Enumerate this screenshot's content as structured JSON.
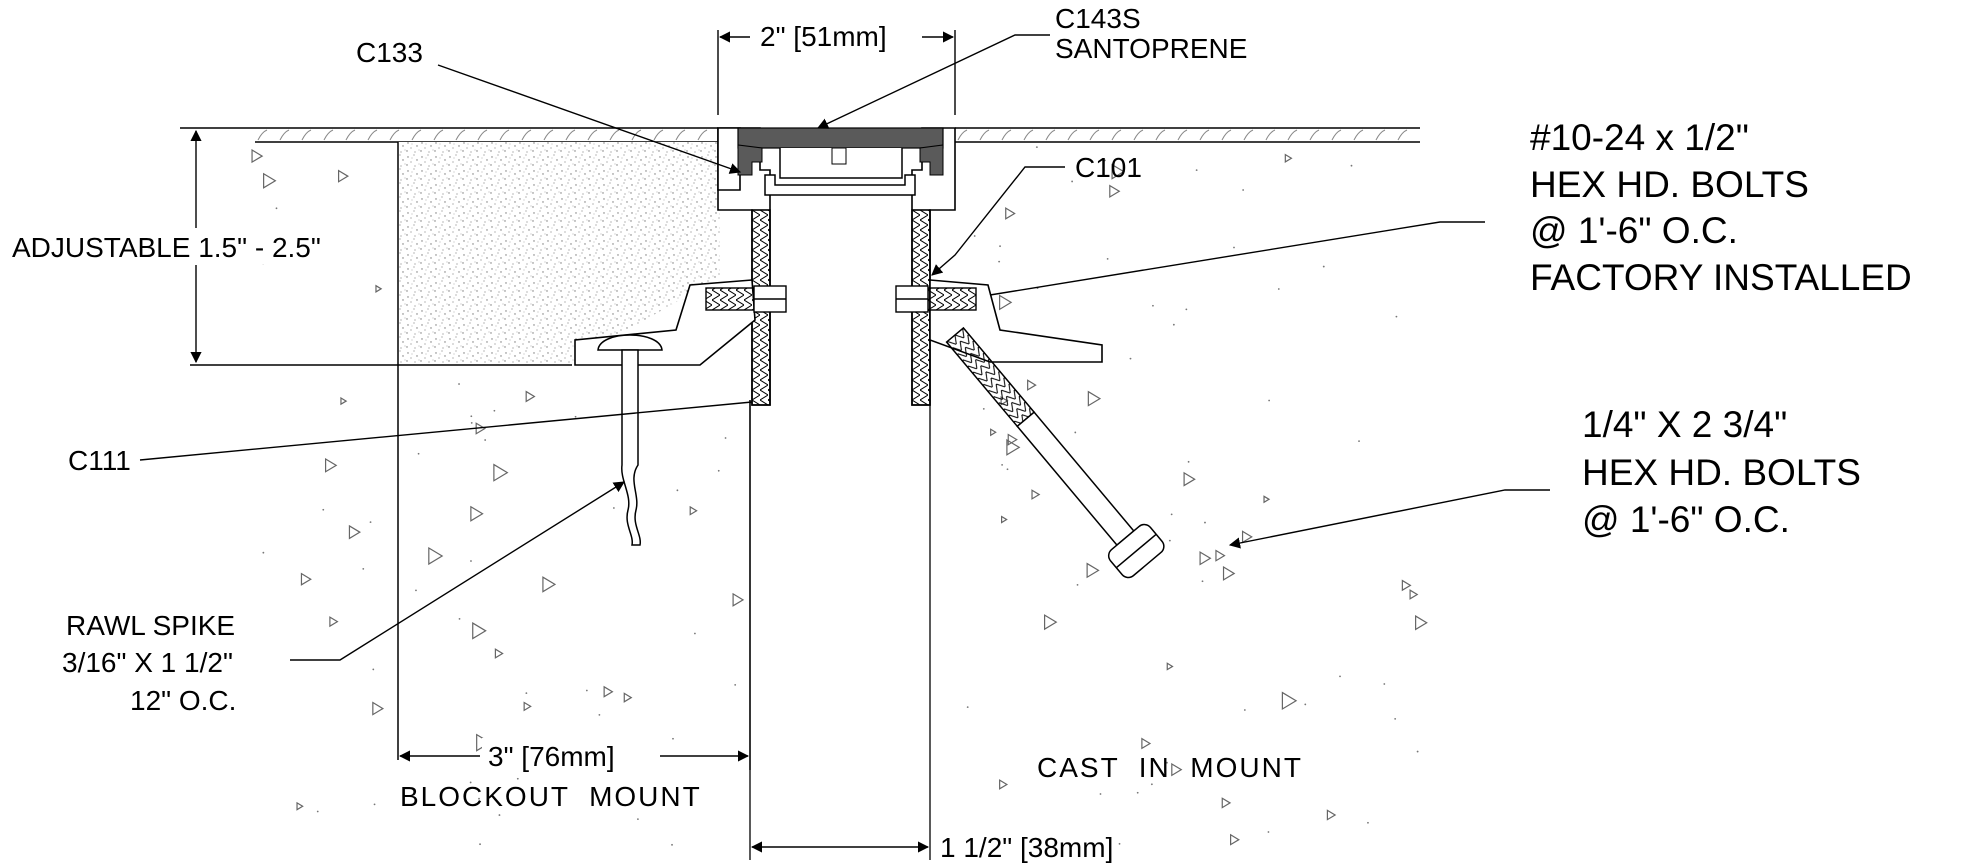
{
  "labels": {
    "top_dim": "2\" [51mm]",
    "c143s": "C143S",
    "santoprene": "SANTOPRENE",
    "c133": "C133",
    "c101": "C101",
    "adjustable": "ADJUSTABLE 1.5\" - 2.5\"",
    "c111": "C111",
    "rawl_spike": [
      "RAWL SPIKE",
      "3/16\" X 1 1/2\"",
      "12\" O.C."
    ],
    "bolt_small": [
      "#10-24  x 1/2\"",
      "HEX HD. BOLTS",
      "@ 1'-6\" O.C.",
      "FACTORY INSTALLED"
    ],
    "bolt_large": [
      "1/4\" X 2 3/4\"",
      "HEX HD. BOLTS",
      "@ 1'-6\" O.C."
    ],
    "blockout_dim": "3\" [76mm]",
    "blockout_mount": "BLOCKOUT  MOUNT",
    "cast_in_mount": "CAST  IN  MOUNT",
    "gap_dim": "1 1/2\" [38mm]"
  },
  "colors": {
    "line": "#000000",
    "fill": "#ffffff",
    "seal": "#5a5a5a",
    "seal_dark": "#3a3a3a"
  }
}
